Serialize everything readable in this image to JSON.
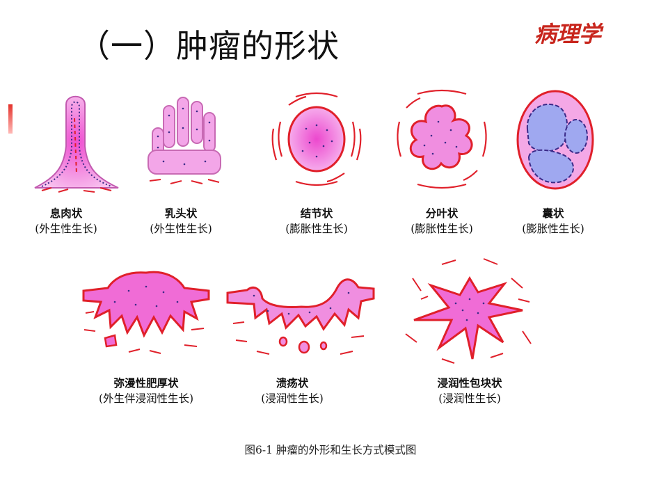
{
  "title": "（一）肿瘤的形状",
  "logo": "病理学",
  "figures": [
    {
      "name": "息肉状",
      "growth": "(外生性生长)"
    },
    {
      "name": "乳头状",
      "growth": "(外生性生长)"
    },
    {
      "name": "结节状",
      "growth": "(膨胀性生长)"
    },
    {
      "name": "分叶状",
      "growth": "(膨胀性生长)"
    },
    {
      "name": "囊状",
      "growth": "(膨胀性生长)"
    },
    {
      "name": "弥漫性肥厚状",
      "growth": "(外生伴浸润性生长)"
    },
    {
      "name": "溃疡状",
      "growth": "(浸润性生长)"
    },
    {
      "name": "浸润性包块状",
      "growth": "(浸润性生长)"
    }
  ],
  "figure_caption": "图6-1  肿瘤的外形和生长方式模式图",
  "colors": {
    "tumor": "#f070d8",
    "tumor_light": "#f6b8ee",
    "border": "#e0202a",
    "dots": "#3a2a88",
    "cyst": "#9fa8f0"
  }
}
